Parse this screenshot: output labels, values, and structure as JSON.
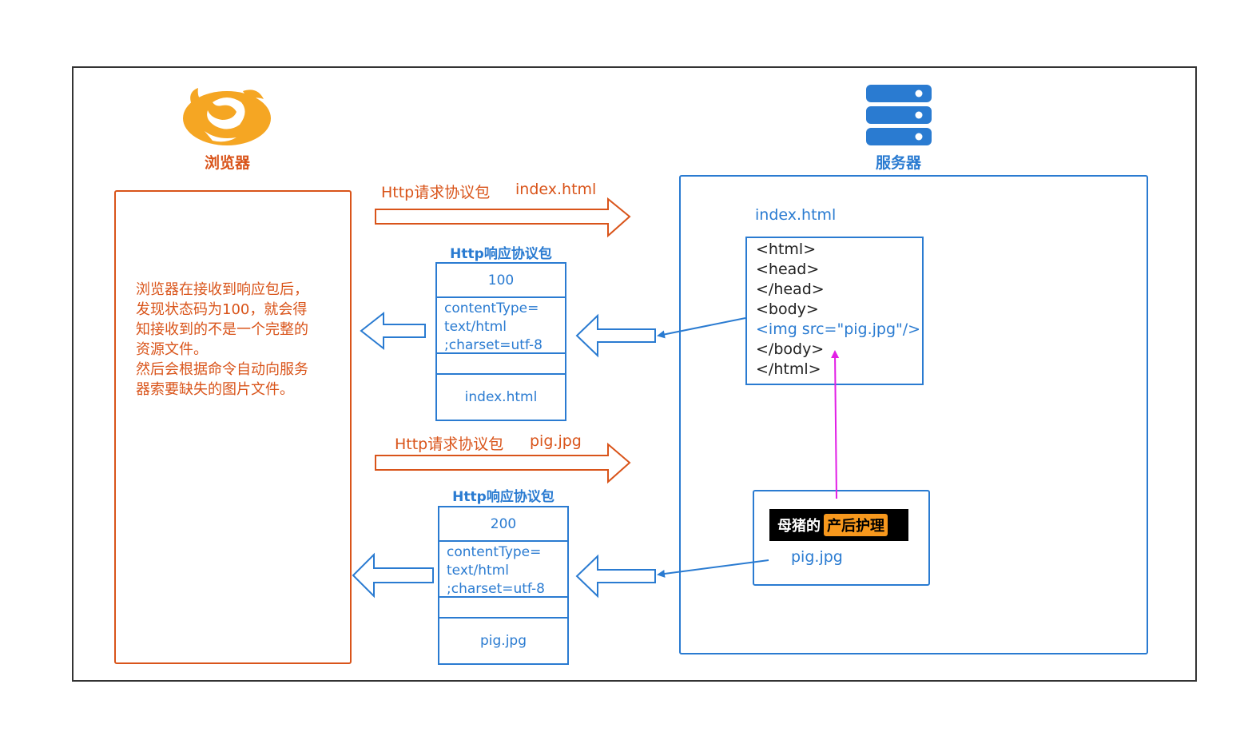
{
  "browser": {
    "icon": "firefox-icon",
    "title": "浏览器",
    "note_lines": [
      "浏览器在接收到响应包后，",
      "发现状态码为100，就会得",
      "知接收到的不是一个完整的",
      "资源文件。",
      "然后会根据命令自动向服务",
      "器索要缺失的图片文件。"
    ]
  },
  "server": {
    "icon": "server-stack-icon",
    "title": "服务器",
    "index_file_label": "index.html",
    "html_code_lines": [
      "<html>",
      "<head>",
      "</head>",
      "<body>",
      "<img src=\"pig.jpg\"/>",
      "</body>",
      "</html>"
    ],
    "image_logo_left": "母猪的",
    "image_logo_right": "产后护理",
    "image_file_label": "pig.jpg"
  },
  "request_1": {
    "label": "Http请求协议包",
    "resource": "index.html"
  },
  "response_1": {
    "title": "Http响应协议包",
    "status": "100",
    "content_type_lines": [
      "contentType=",
      "text/html",
      ";charset=utf-8"
    ],
    "empty": "",
    "body": "index.html"
  },
  "request_2": {
    "label": "Http请求协议包",
    "resource": "pig.jpg"
  },
  "response_2": {
    "title": "Http响应协议包",
    "status": "200",
    "content_type_lines": [
      "contentType=",
      "text/html",
      ";charset=utf-8"
    ],
    "empty": "",
    "body": "pig.jpg"
  },
  "colors": {
    "browser_orange": "#d9541a",
    "server_blue": "#2a7bd1",
    "firefox_orange": "#f5a623",
    "reference_magenta": "#e21ee6",
    "logo_orange": "#f7981d"
  }
}
